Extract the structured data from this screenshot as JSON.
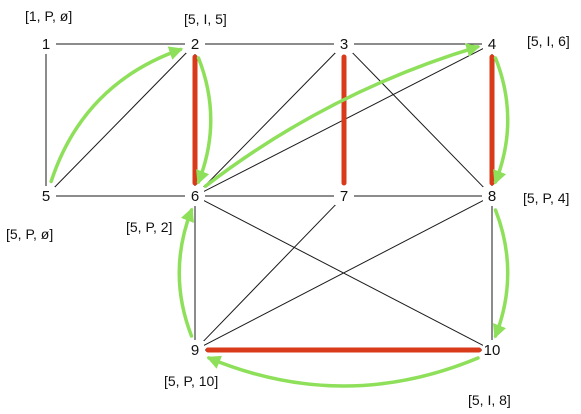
{
  "nodes": [
    {
      "id": "1",
      "label": "1"
    },
    {
      "id": "2",
      "label": "2"
    },
    {
      "id": "3",
      "label": "3"
    },
    {
      "id": "4",
      "label": "4"
    },
    {
      "id": "5",
      "label": "5"
    },
    {
      "id": "6",
      "label": "6"
    },
    {
      "id": "7",
      "label": "7"
    },
    {
      "id": "8",
      "label": "8"
    },
    {
      "id": "9",
      "label": "9"
    },
    {
      "id": "10",
      "label": "10"
    }
  ],
  "edges": [
    [
      "1",
      "2"
    ],
    [
      "2",
      "3"
    ],
    [
      "3",
      "4"
    ],
    [
      "1",
      "5"
    ],
    [
      "5",
      "6"
    ],
    [
      "6",
      "7"
    ],
    [
      "7",
      "8"
    ],
    [
      "6",
      "9"
    ],
    [
      "9",
      "10"
    ],
    [
      "8",
      "10"
    ],
    [
      "2",
      "5"
    ],
    [
      "2",
      "6"
    ],
    [
      "3",
      "6"
    ],
    [
      "3",
      "8"
    ],
    [
      "4",
      "6"
    ],
    [
      "4",
      "8"
    ],
    [
      "6",
      "10"
    ],
    [
      "7",
      "9"
    ],
    [
      "8",
      "9"
    ]
  ],
  "highlighted_edges": [
    [
      "2",
      "6"
    ],
    [
      "3",
      "7"
    ],
    [
      "4",
      "8"
    ],
    [
      "9",
      "10"
    ]
  ],
  "green_arrows": [
    [
      "5",
      "2"
    ],
    [
      "2",
      "6"
    ],
    [
      "6",
      "4"
    ],
    [
      "4",
      "8"
    ],
    [
      "8",
      "10"
    ],
    [
      "10",
      "9"
    ],
    [
      "9",
      "6"
    ]
  ],
  "annotations": {
    "node1": "[1, P, ø]",
    "node2": "[5, I, 5]",
    "node4": "[5, I, 6]",
    "node5": "[5, P, ø]",
    "node6": "[5, P, 2]",
    "node8": "[5, P, 4]",
    "node9": "[5, P, 10]",
    "node10": "[5, I, 8]"
  },
  "colors": {
    "edge": "#1a1a1a",
    "highlight": "#d83a1a",
    "arrow": "#8ee05a"
  }
}
